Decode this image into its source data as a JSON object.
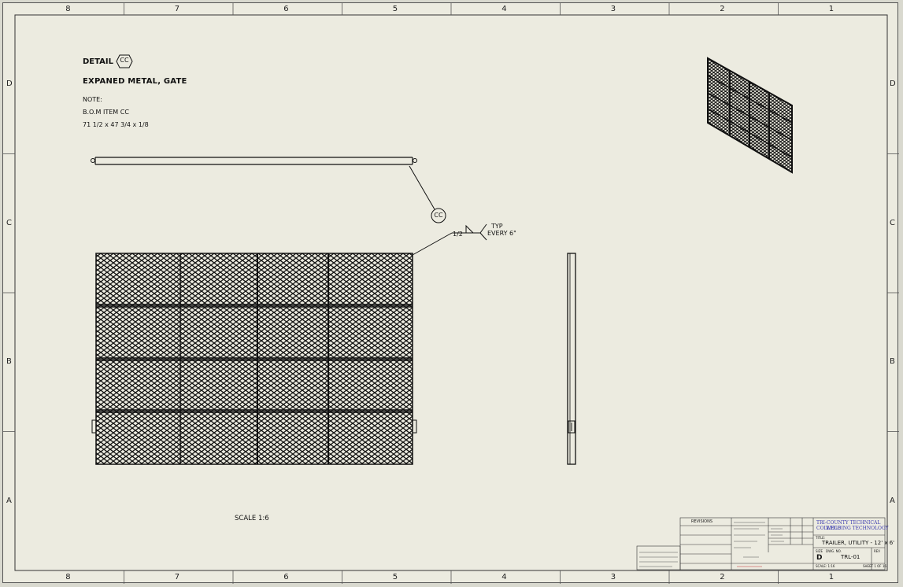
{
  "zones": {
    "columns": [
      "8",
      "7",
      "6",
      "5",
      "4",
      "3",
      "2",
      "1"
    ],
    "rows": [
      "D",
      "C",
      "B",
      "A"
    ]
  },
  "detail": {
    "heading": "DETAIL",
    "callout": "CC",
    "title": "EXPANED METAL, GATE",
    "note_label": "NOTE:",
    "note_line1": "B.O.M ITEM CC",
    "note_line2": "71 1/2 x 47 3/4 x 1/8"
  },
  "weld": {
    "size": "1/2",
    "note_line1": "TYP",
    "note_line2": "EVERY 6\""
  },
  "scale": "SCALE 1:6",
  "title_block": {
    "company_line1": "TRI-COUNTY TECHNICAL COLLEGE",
    "company_line2": "WELDING TECHNOLOGY",
    "title_label": "TITLE:",
    "title": "TRAILER, UTILITY - 12' x 6'",
    "size_label": "SIZE",
    "size": "D",
    "dwg_label": "DWG. NO.",
    "dwg_no": "TRL-01",
    "rev_label": "REV",
    "scale_label": "SCALE: 1:16",
    "sheet_label": "SHEET 1 OF 16",
    "revisions": "REVISIONS"
  },
  "colors": {
    "paper": "#ecebe0",
    "line": "#111111",
    "company": "#3a3ab0",
    "stamp": "#c03030"
  }
}
